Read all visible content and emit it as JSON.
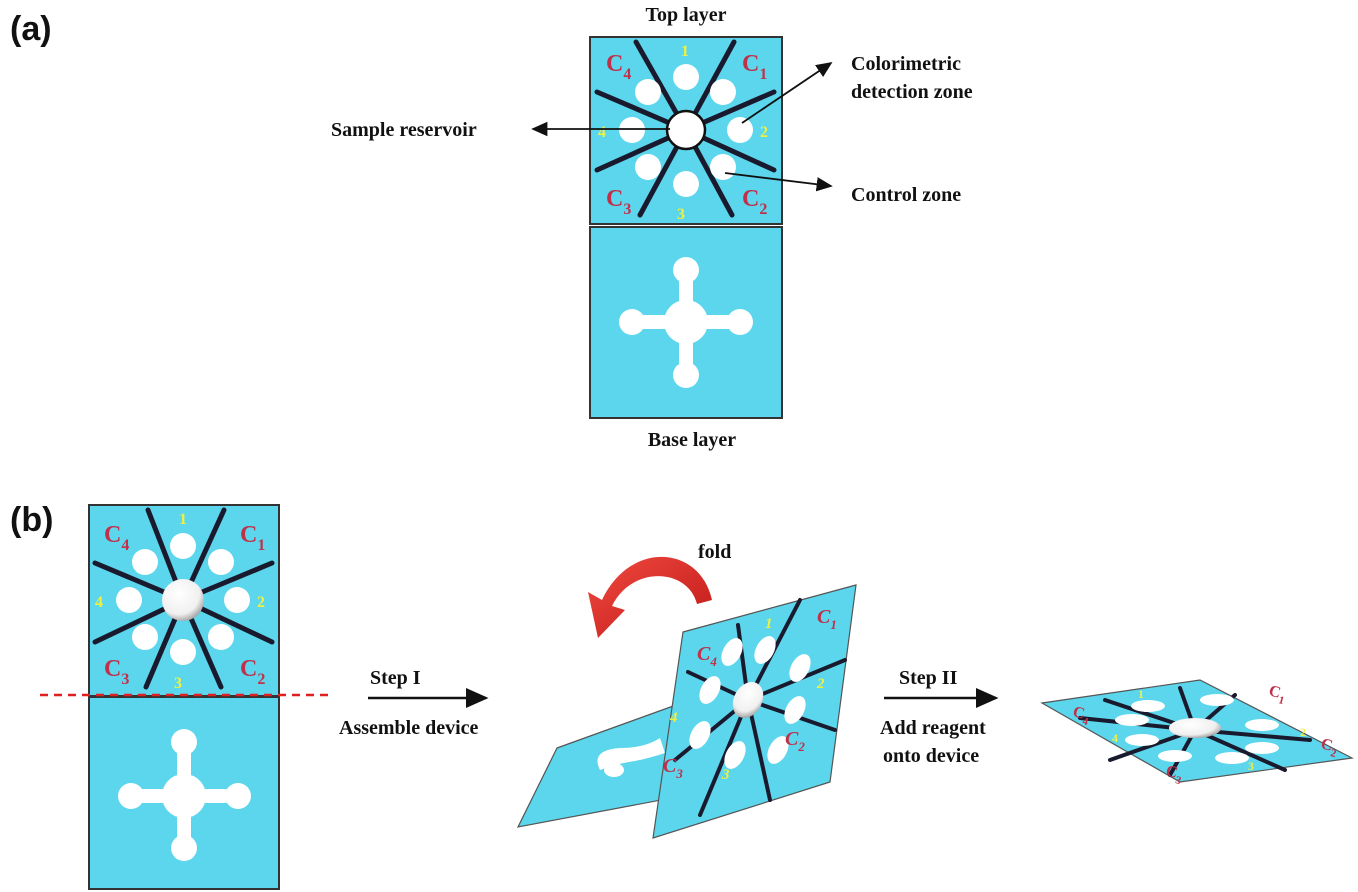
{
  "panel_a": {
    "label": "(a)",
    "top_layer": "Top layer",
    "base_layer": "Base layer",
    "colorimetric_line1": "Colorimetric",
    "colorimetric_line2": "detection zone",
    "sample_reservoir": "Sample reservoir",
    "control_zone": "Control zone"
  },
  "panel_b": {
    "label": "(b)",
    "fold": "fold",
    "step1": "Step I",
    "step1_desc": "Assemble device",
    "step2": "Step II",
    "step2_desc_line1": "Add reagent",
    "step2_desc_line2": "onto device"
  },
  "zones": {
    "c_letter": "C",
    "subs": [
      "1",
      "2",
      "3",
      "4"
    ],
    "nums": [
      "1",
      "2",
      "3",
      "4"
    ]
  },
  "colors": {
    "paper": "#5bd6ec",
    "paper_outline": "#333333",
    "divider": "#1a1a2e",
    "c_label": "#d42a3a",
    "c_letter": "#c0304a",
    "number_label": "#f0f040",
    "fold_arrow": "#e0302a",
    "dashed_line": "#e02020"
  }
}
